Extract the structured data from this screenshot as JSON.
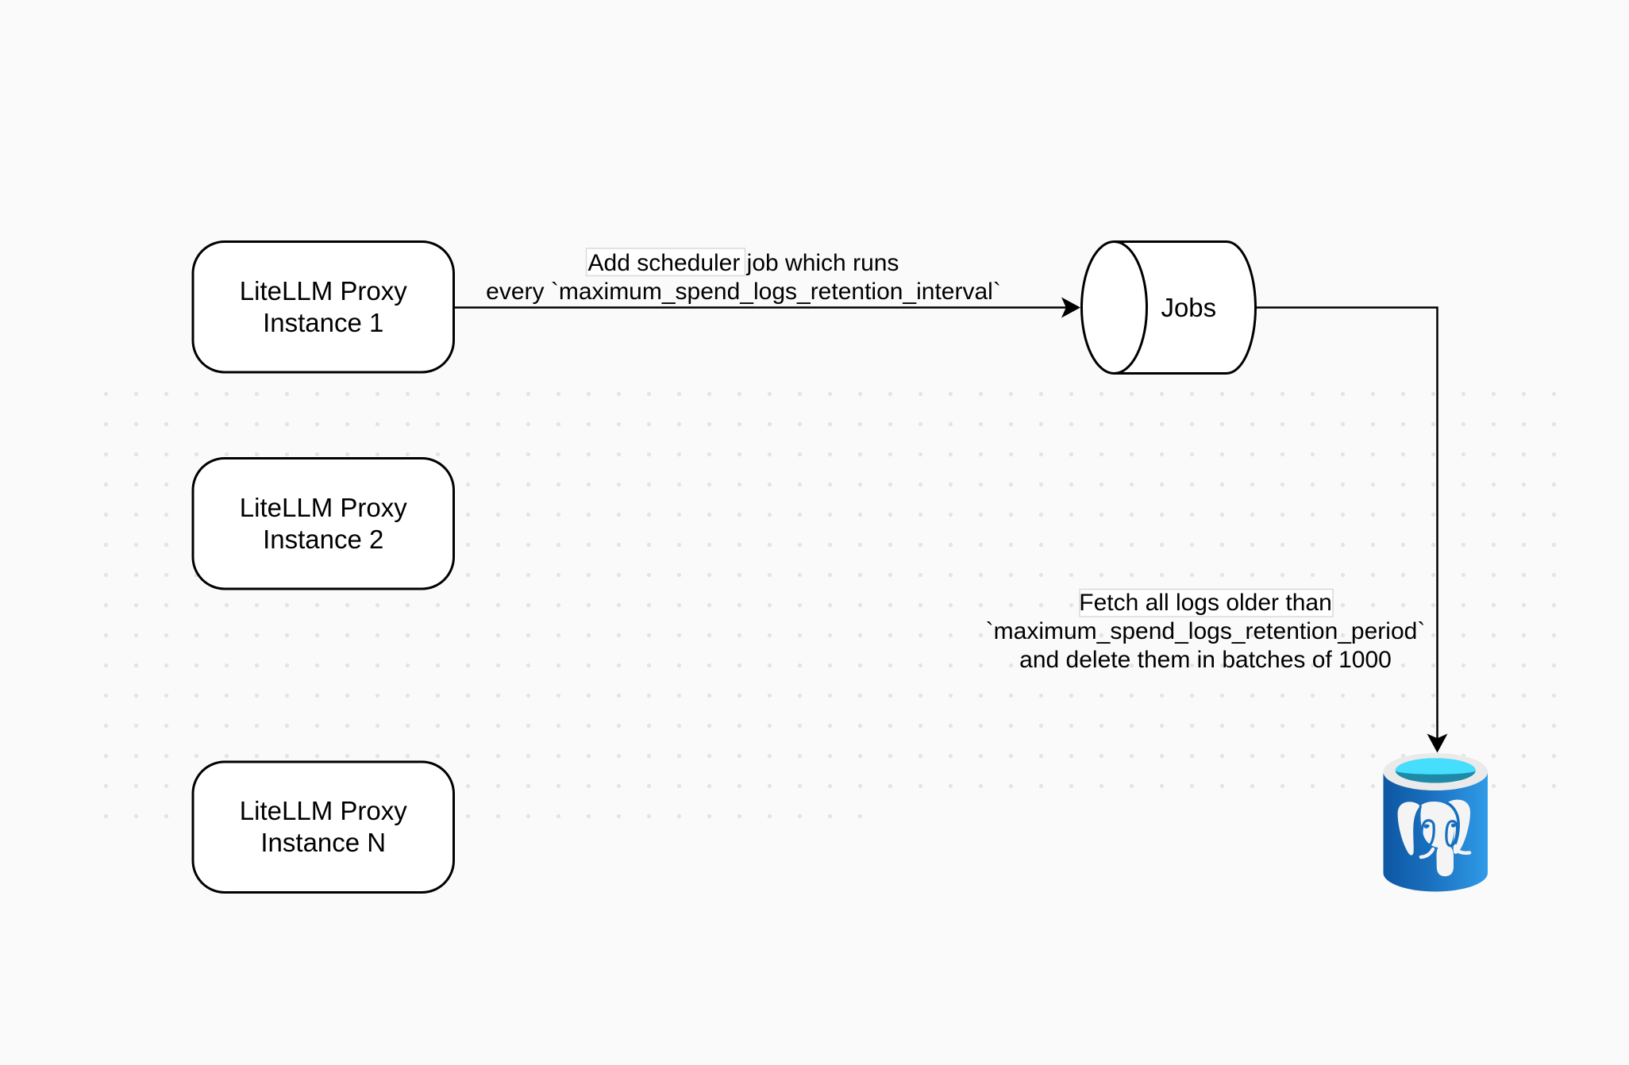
{
  "diagram": {
    "nodes": [
      {
        "id": "proxy1",
        "label": "LiteLLM Proxy\nInstance 1",
        "shape": "rounded-rectangle"
      },
      {
        "id": "proxy2",
        "label": "LiteLLM Proxy\nInstance 2",
        "shape": "rounded-rectangle"
      },
      {
        "id": "proxyN",
        "label": "LiteLLM Proxy\nInstance N",
        "shape": "rounded-rectangle"
      },
      {
        "id": "jobs",
        "label": "Jobs",
        "shape": "horizontal-cylinder"
      },
      {
        "id": "postgres",
        "label": "",
        "shape": "postgresql-database-icon"
      }
    ],
    "edges": [
      {
        "from": "proxy1",
        "to": "jobs",
        "label": "Add scheduler job which runs\nevery `maximum_spend_logs_retention_interval`"
      },
      {
        "from": "jobs",
        "to": "postgres",
        "label": "Fetch all logs older than\n`maximum_spend_logs_retention_period`\nand delete them in batches of 1000"
      }
    ],
    "colors": {
      "background": "#fafafa",
      "dot": "#e4e4e4",
      "shape_fill": "#ffffff",
      "shape_stroke": "#000000",
      "label_box_fill": "#ffffff",
      "label_box_border": "#d9d9d9",
      "pg_body_left": "#0d57a4",
      "pg_body_mid": "#1a70be",
      "pg_body_right": "#2f9be8",
      "pg_rim": "#eaeaea",
      "pg_opening_top": "#45defd",
      "pg_opening_depth": "#1f89a8",
      "pg_detail": "#156fc0",
      "pg_elephant": "#f4f4f4"
    }
  }
}
